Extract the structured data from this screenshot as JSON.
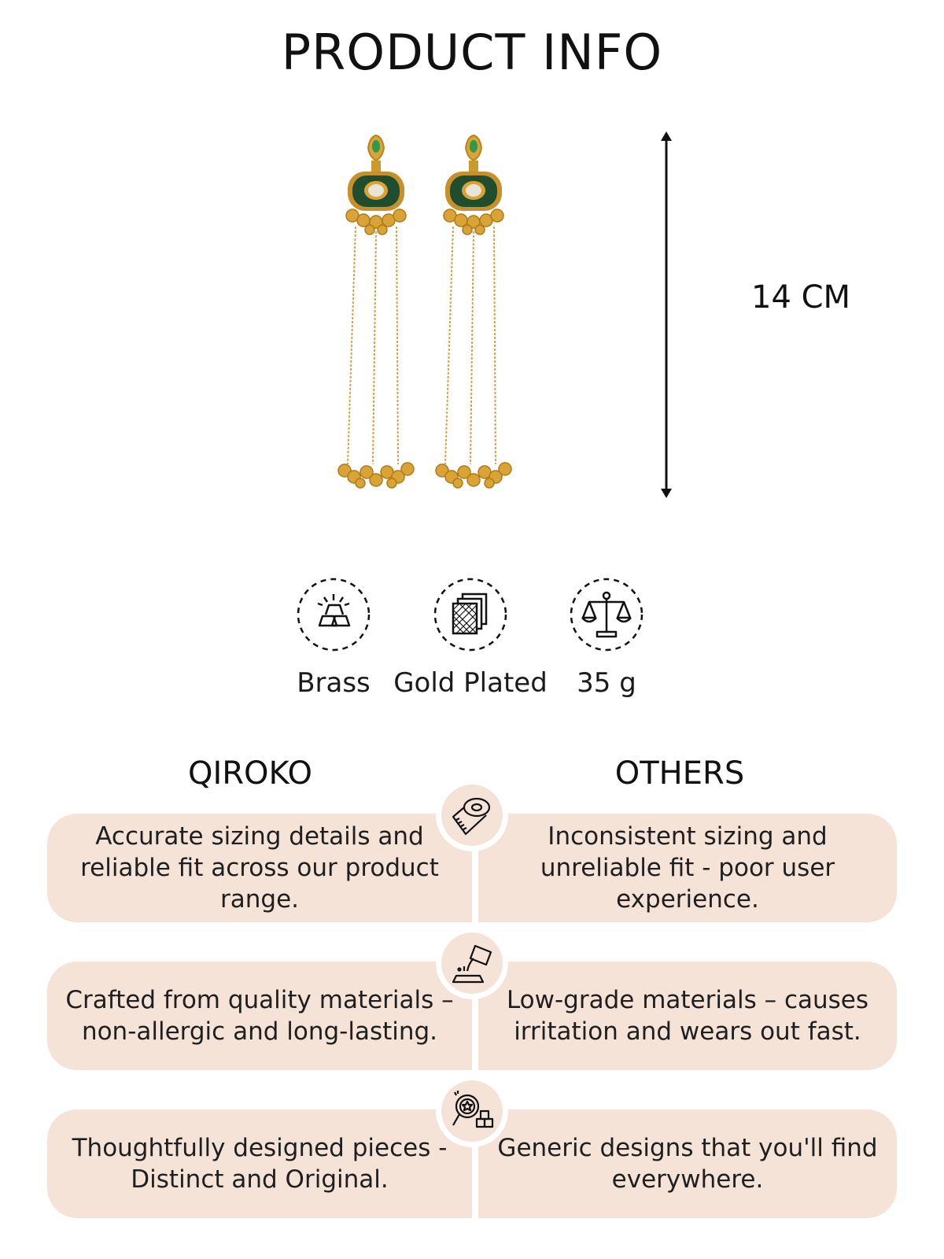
{
  "title": "PRODUCT INFO",
  "dimension": {
    "length_label": "14 CM"
  },
  "features": [
    {
      "icon": "gold-bars-icon",
      "label": "Brass"
    },
    {
      "icon": "plating-layers-icon",
      "label": "Gold Plated"
    },
    {
      "icon": "weight-scale-icon",
      "label": "35 g"
    }
  ],
  "comparison": {
    "left_header": "QIROKO",
    "right_header": "OTHERS",
    "rows": [
      {
        "icon": "measuring-tape-icon",
        "left": "Accurate sizing details and reliable fit across our product range.",
        "right": "Inconsistent sizing and unreliable fit - poor user experience."
      },
      {
        "icon": "metal-pouring-icon",
        "left": "Crafted from quality materials – non-allergic and long-lasting.",
        "right": "Low-grade materials – causes irritation and wears out fast."
      },
      {
        "icon": "design-award-icon",
        "left": "Thoughtfully designed pieces - Distinct and Original.",
        "right": "Generic designs that you'll find everywhere."
      }
    ]
  },
  "colors": {
    "pill_background": "#f6e3d8",
    "gold": "#d9a335",
    "enamel_green": "#1f4d2e",
    "text": "#1a1a1a"
  }
}
